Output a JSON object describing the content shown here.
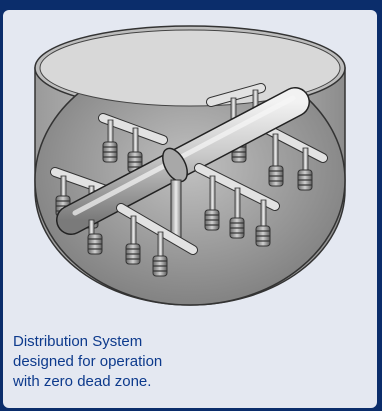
{
  "figure": {
    "subject": "Distribution system with header and lateral pipes with nozzles inside vessel bottom"
  },
  "caption": {
    "line1": "Distribution System",
    "line2": "designed for operation",
    "line3": "with zero dead zone."
  },
  "colors": {
    "frame": "#0b2d6b",
    "panel": "#e4e8f1",
    "caption_text": "#0d3a8c"
  }
}
